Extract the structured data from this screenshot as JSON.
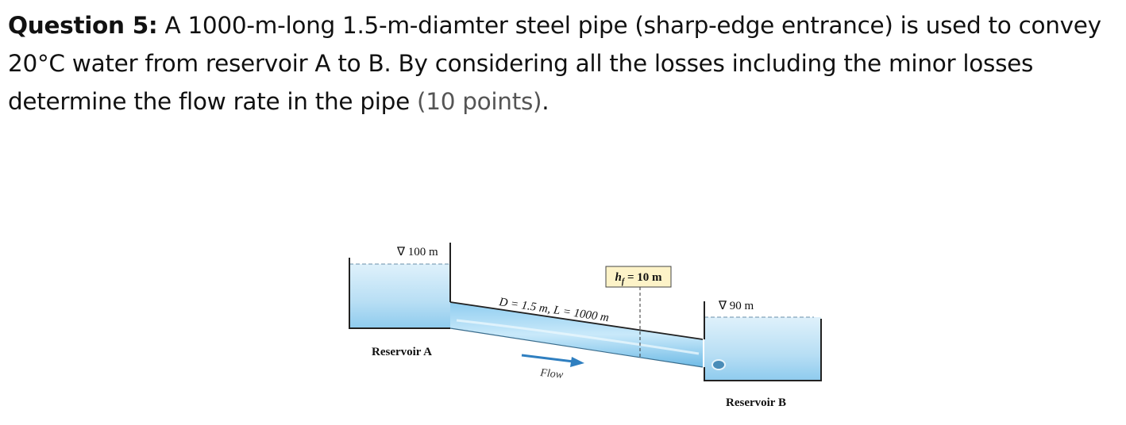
{
  "question": {
    "label": "Question 5:",
    "text_before_points": " A 1000-m-long 1.5-m-diamter steel pipe (sharp-edge entrance) is used to convey 20°C water from reservoir A to B. By considering all the losses including the minor losses determine the flow rate in the pipe ",
    "points": "(10 points)",
    "end": "."
  },
  "diagram": {
    "reservoir_a_level": "∇ 100 m",
    "reservoir_b_level": "∇ 90 m",
    "pipe_label": "D = 1.5 m, L = 1000 m",
    "head_loss_h": "h",
    "head_loss_sub": "f",
    "head_loss_value": " = 10 m",
    "flow_label": "Flow",
    "reservoir_a_label": "Reservoir A",
    "reservoir_b_label": "Reservoir B"
  },
  "colors": {
    "water_light": "#cde9f8",
    "water_mid": "#9fd3f0",
    "water_deep": "#5fb3e3",
    "arrow": "#2f7fc0",
    "label_box": "#fdf3c8"
  }
}
